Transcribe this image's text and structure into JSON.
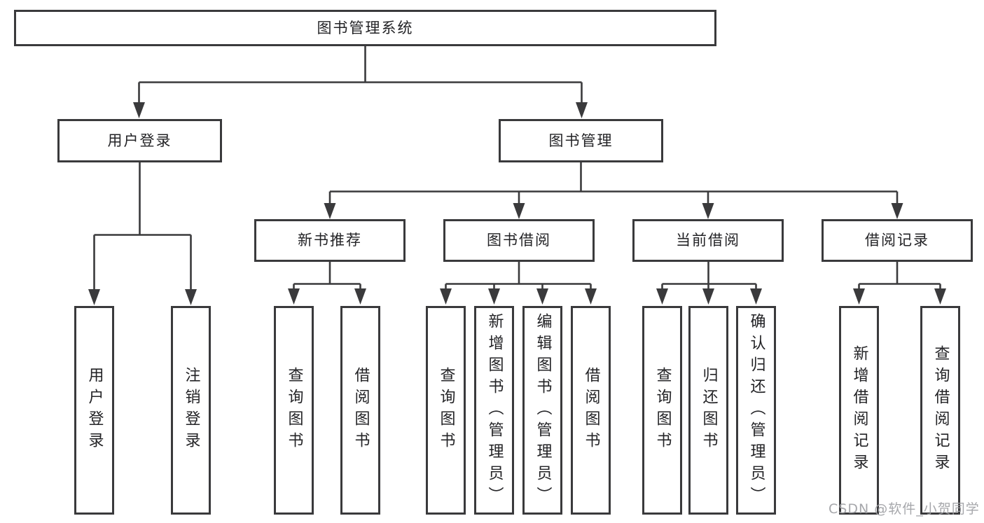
{
  "diagram": {
    "root": "图书管理系统",
    "branches": {
      "user_login": "用户登录",
      "book_mgmt": "图书管理"
    },
    "modules": {
      "new_book": "新书推荐",
      "book_borrow": "图书借阅",
      "current_borrow": "当前借阅",
      "borrow_record": "借阅记录"
    },
    "leaves": {
      "user_login": [
        "用户登录",
        "注销登录"
      ],
      "new_book": [
        "查询图书",
        "借阅图书"
      ],
      "book_borrow": [
        "查询图书",
        "新增图书（管理员）",
        "编辑图书（管理员）",
        "借阅图书"
      ],
      "current_borrow": [
        "查询图书",
        "归还图书",
        "确认归还（管理员）"
      ],
      "borrow_record": [
        "新增借阅记录",
        "查询借阅记录"
      ]
    },
    "line_color": "#3a3a3c"
  },
  "watermark": "CSDN @软件_小贺同学"
}
